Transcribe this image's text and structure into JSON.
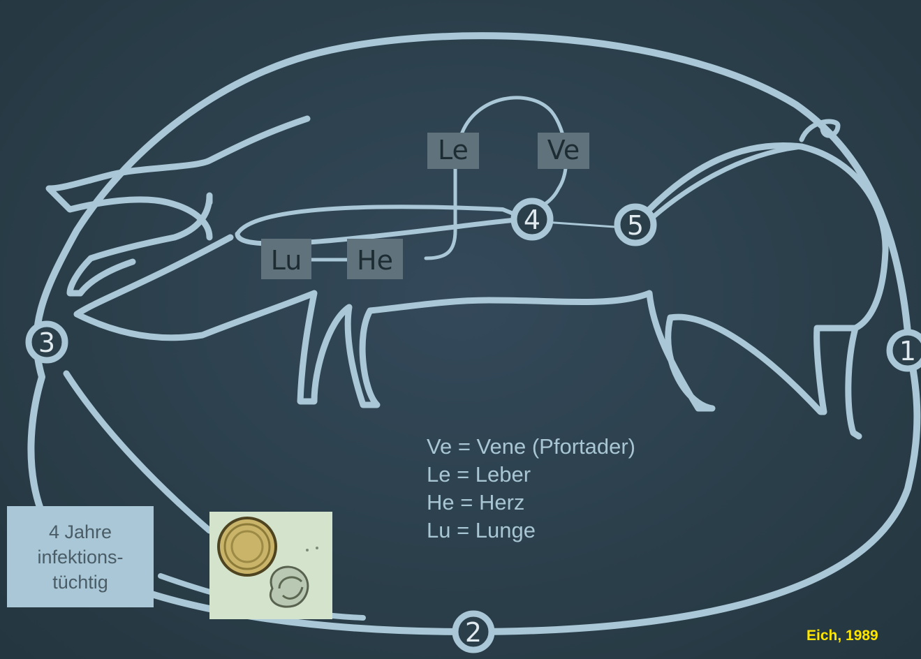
{
  "stages": [
    "1",
    "2",
    "3",
    "4",
    "5"
  ],
  "organs": {
    "le": "Le",
    "ve": "Ve",
    "lu": "Lu",
    "he": "He"
  },
  "legend": [
    "Ve = Vene (Pfortader)",
    "Le = Leber",
    "He = Herz",
    "Lu = Lunge"
  ],
  "infectivity_box": [
    "4 Jahre",
    "infektions-",
    "tüchtig"
  ],
  "credit": "Eich, 1989",
  "colors": {
    "background": "#2b3f4b",
    "line": "#a9c7d6",
    "credit": "#ffe600"
  }
}
